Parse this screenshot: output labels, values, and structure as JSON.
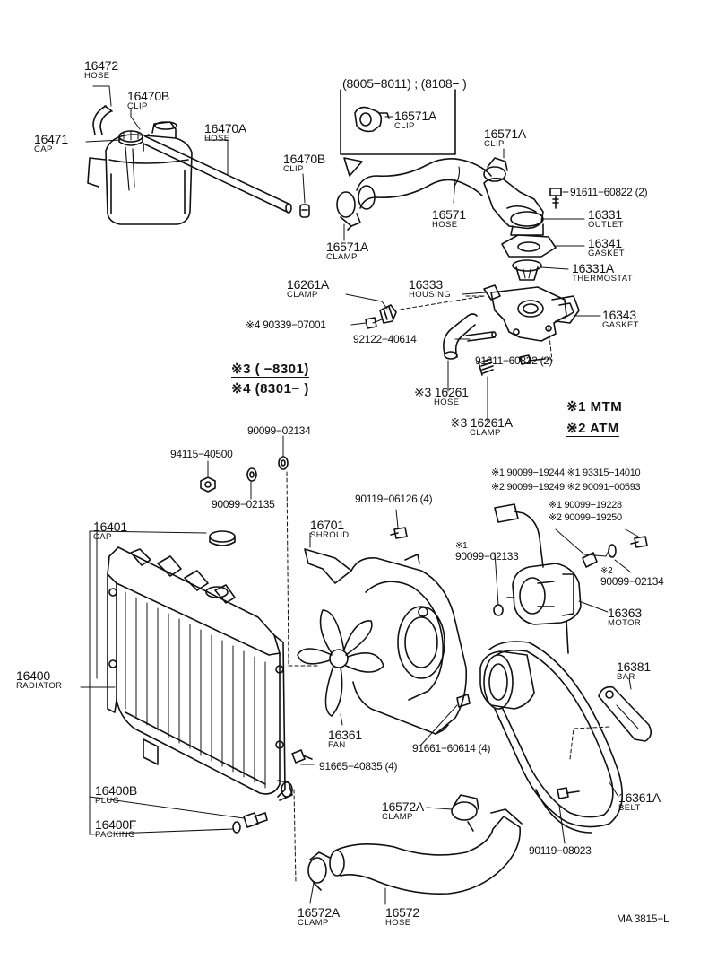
{
  "labels": {
    "l16472": {
      "num": "16472",
      "name": "HOSE"
    },
    "l16470B_top": {
      "num": "16470B",
      "name": "CLIP"
    },
    "l16471": {
      "num": "16471",
      "name": "CAP"
    },
    "l16470A": {
      "num": "16470A",
      "name": "HOSE"
    },
    "l16470B_r": {
      "num": "16470B",
      "name": "CLIP"
    },
    "range_header": "(8005−8011) ; (8108−        )",
    "l16571A_box": {
      "num": "16571A",
      "name": "CLIP"
    },
    "l16571A_top": {
      "num": "16571A",
      "name": "CLIP"
    },
    "l16571": {
      "num": "16571",
      "name": "HOSE"
    },
    "l16571A_clamp": {
      "num": "16571A",
      "name": "CLAMP"
    },
    "l91611_a": "91611−60822 (2)",
    "l16331": {
      "num": "16331",
      "name": "OUTLET"
    },
    "l16341": {
      "num": "16341",
      "name": "GASKET"
    },
    "l16331A": {
      "num": "16331A",
      "name": "THERMOSTAT"
    },
    "l16261A_top": {
      "num": "16261A",
      "name": "CLAMP"
    },
    "l16333": {
      "num": "16333",
      "name": "HOUSING"
    },
    "l16343": {
      "num": "16343",
      "name": "GASKET"
    },
    "l90339": "※4 90339−07001",
    "l92122": "92122−40614",
    "l91611_b": "91611−60822 (2)",
    "note3": "※3 (          −8301)",
    "note4": "※4 (8301−          )",
    "l16261": {
      "num": "※3 16261",
      "name": "HOSE"
    },
    "l16261A_b": {
      "num": "※3 16261A",
      "name": "CLAMP"
    },
    "mtm": "※1 MTM",
    "atm": "※2 ATM",
    "l90099_02134_top": "90099−02134",
    "l94115": "94115−40500",
    "l90099_02135": "90099−02135",
    "l90119_06126": "90119−06126 (4)",
    "motor_group": {
      "a1": "※1 90099−19244",
      "a2": "※1 93315−14010",
      "b1": "※2 90099−19249",
      "b2": "※2 90091−00593",
      "c1": "※1 90099−19228",
      "c2": "※2 90099−19250"
    },
    "l16401": {
      "num": "16401",
      "name": "CAP"
    },
    "l16701": {
      "num": "16701",
      "name": "SHROUD"
    },
    "l90099_02133": {
      "mark": "※1",
      "num": "90099−02133"
    },
    "l90099_02134_r": {
      "mark": "※2",
      "num": "90099−02134"
    },
    "l16363": {
      "num": "16363",
      "name": "MOTOR"
    },
    "l16400": {
      "num": "16400",
      "name": "RADIATOR"
    },
    "l16381": {
      "num": "16381",
      "name": "BAR"
    },
    "l16361": {
      "num": "16361",
      "name": "FAN"
    },
    "l91661": "91661−60614 (4)",
    "l91665": "91665−40835 (4)",
    "l16400B": {
      "num": "16400B",
      "name": "PLUG"
    },
    "l16400F": {
      "num": "16400F",
      "name": "PACKING"
    },
    "l16572A_top": {
      "num": "16572A",
      "name": "CLAMP"
    },
    "l16361A": {
      "num": "16361A",
      "name": "BELT"
    },
    "l90119_08023": "90119−08023",
    "l16572A_b": {
      "num": "16572A",
      "name": "CLAMP"
    },
    "l16572": {
      "num": "16572",
      "name": "HOSE"
    },
    "code": "MA 3815−L"
  }
}
